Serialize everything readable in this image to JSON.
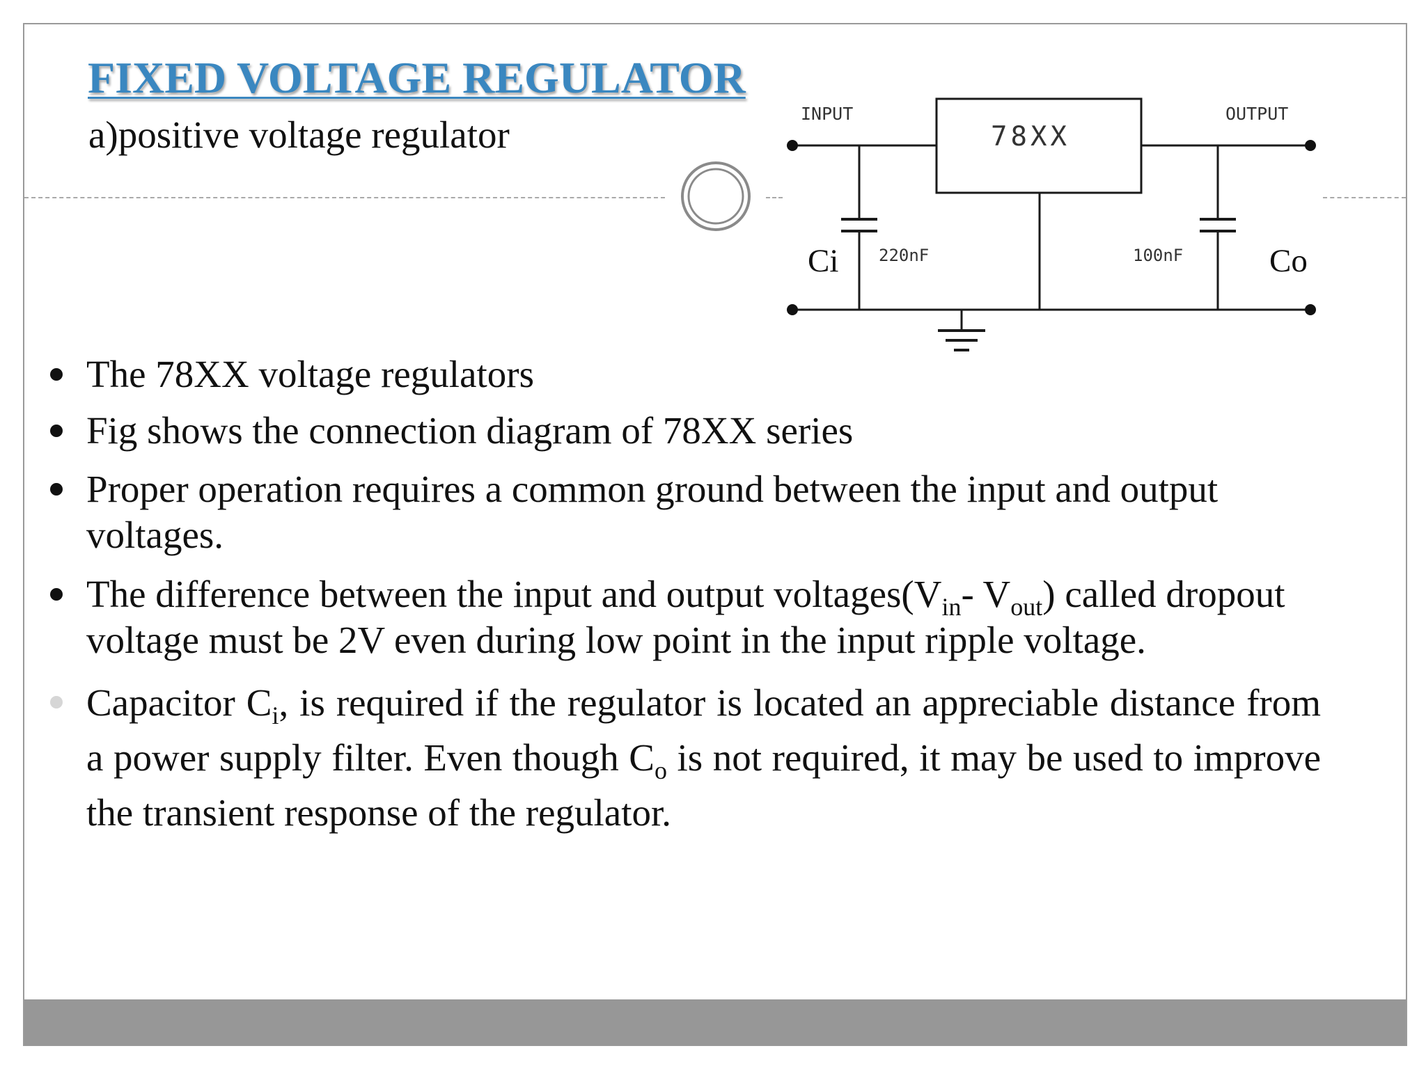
{
  "slide": {
    "title": "FIXED VOLTAGE REGULATOR",
    "subtitle": "a)positive voltage regulator"
  },
  "circuit": {
    "input_label": "INPUT",
    "output_label": "OUTPUT",
    "regulator_label": "78XX",
    "ci_label": "Ci",
    "ci_value": "220nF",
    "co_label": "Co",
    "co_value": "100nF"
  },
  "bullets": {
    "b1": "The 78XX voltage regulators",
    "b2": "Fig shows the connection diagram of 78XX series",
    "b3": "Proper operation requires a common ground between the input and output voltages.",
    "b4": {
      "part1": "The difference between the input and output voltages(V",
      "sub1": "in",
      "part2": "- V",
      "sub2": "out",
      "part3": ") called dropout voltage must be 2V even during low point in the input ripple voltage."
    },
    "b5": {
      "part1": "Capacitor C",
      "sub1": "i",
      "part2": ", is required if the regulator is located an appreciable distance from a power supply filter. Even though C",
      "sub2": "o",
      "part3": " is not required, it may be used to improve the transient response of the regulator."
    }
  },
  "colors": {
    "title": "#3a87c0",
    "footer_bar": "#979797",
    "frame_border": "#9a9a9a"
  }
}
